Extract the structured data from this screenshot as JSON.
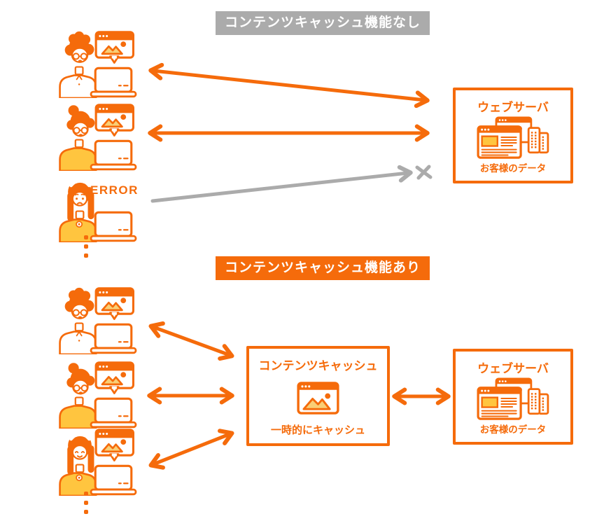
{
  "colors": {
    "accent_orange": "#F56B0B",
    "muted_gray": "#ABABAB",
    "yellow_deep": "#FFC53F",
    "yellow_light": "#F9CF76"
  },
  "sections": {
    "no_cache": {
      "label": "コンテンツキャッシュ機能なし",
      "error_label": "ERROR",
      "server": {
        "title": "ウェブサーバ",
        "caption": "お客様のデータ"
      }
    },
    "with_cache": {
      "label": "コンテンツキャッシュ機能あり",
      "cache": {
        "title": "コンテンツキャッシュ",
        "caption": "一時的にキャッシュ"
      },
      "server": {
        "title": "ウェブサーバ",
        "caption": "お客様のデータ"
      }
    }
  }
}
